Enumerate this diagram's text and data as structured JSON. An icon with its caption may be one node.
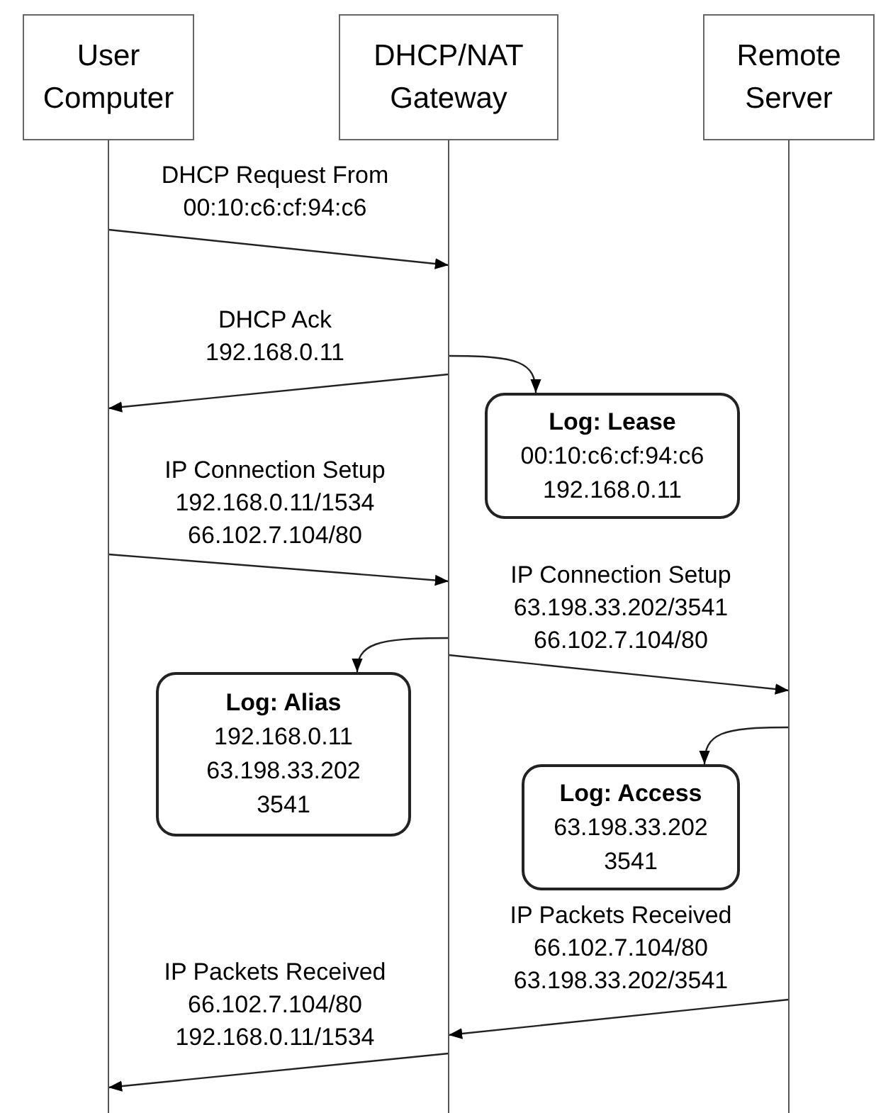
{
  "diagram": {
    "nodes": [
      {
        "text": [
          "User Computer"
        ]
      },
      {
        "text": [
          "DHCP/NAT Gateway"
        ]
      },
      {
        "text": [
          "Remote Server"
        ]
      },
      {
        "text": [
          "Log: Lease",
          "00:10:c6:cf:94:c6",
          "192.168.0.11"
        ]
      },
      {
        "text": [
          "Log: Alias",
          "192.168.0.11",
          "63.198.33.202",
          "3541"
        ]
      },
      {
        "text": [
          "Log: Access",
          "63.198.33.202",
          "3541"
        ]
      }
    ],
    "edges": [
      {
        "from": 0,
        "to": 1,
        "arrow": "to",
        "label": "DHCP Request From 00:10:c6:cf:94:c6"
      },
      {
        "from": 1,
        "to": 0,
        "arrow": "to",
        "label": "DHCP Ack 192.168.0.11"
      },
      {
        "from": 1,
        "to": 3,
        "arrow": "to"
      },
      {
        "from": 0,
        "to": 1,
        "arrow": "to",
        "label": "IP Connection Setup 192.168.0.11/1534 66.102.7.104/80"
      },
      {
        "from": 1,
        "to": 2,
        "arrow": "to",
        "label": "IP Connection Setup 63.198.33.202/3541 66.102.7.104/80"
      },
      {
        "from": 1,
        "to": 4,
        "arrow": "to"
      },
      {
        "from": 2,
        "to": 5,
        "arrow": "to"
      },
      {
        "from": 2,
        "to": 1,
        "arrow": "to",
        "label": "IP Packets Received 66.102.7.104/80 63.198.33.202/3541"
      },
      {
        "from": 1,
        "to": 0,
        "arrow": "to",
        "label": "IP Packets Received 66.102.7.104/80 192.168.0.11/1534"
      }
    ]
  }
}
